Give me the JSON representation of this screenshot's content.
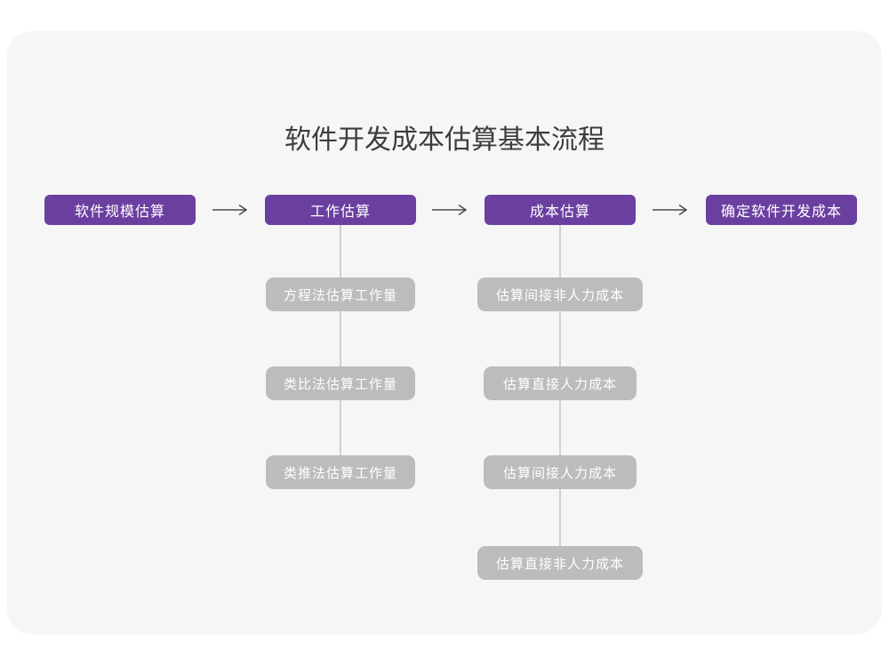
{
  "title": "软件开发成本估算基本流程",
  "colors": {
    "accent_purple": "#6B3FA0",
    "node_gray": "#BCBCBC",
    "connector_gray": "#D0D0D0",
    "card_background": "#F6F6F6",
    "title_text": "#3D3D3D",
    "arrow": "#4D4D4D"
  },
  "flow": {
    "steps": [
      {
        "label": "软件规模估算"
      },
      {
        "label": "工作估算"
      },
      {
        "label": "成本估算"
      },
      {
        "label": "确定软件开发成本"
      }
    ],
    "work_estimation_methods": [
      {
        "label": "方程法估算工作量"
      },
      {
        "label": "类比法估算工作量"
      },
      {
        "label": "类推法估算工作量"
      }
    ],
    "cost_estimation_items": [
      {
        "label": "估算间接非人力成本"
      },
      {
        "label": "估算直接人力成本"
      },
      {
        "label": "估算间接人力成本"
      },
      {
        "label": "估算直接非人力成本"
      }
    ]
  }
}
